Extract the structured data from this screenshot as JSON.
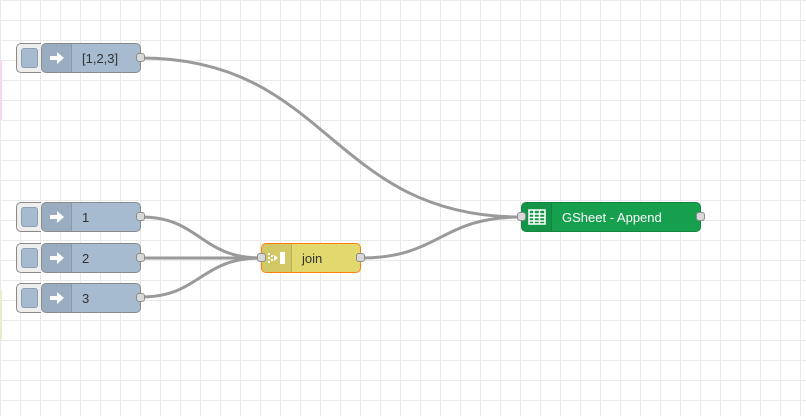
{
  "colors": {
    "inject": "#a6bbcf",
    "join": "#e2d96e",
    "join_border": "#ff7f0e",
    "gsheet": "#16a04e",
    "wire": "#9a9a9a",
    "port": "#d9d9d9"
  },
  "nodes": {
    "inject_array": {
      "label": "[1,2,3]",
      "icon": "arrow-right-icon"
    },
    "inject_1": {
      "label": "1",
      "icon": "arrow-right-icon"
    },
    "inject_2": {
      "label": "2",
      "icon": "arrow-right-icon"
    },
    "inject_3": {
      "label": "3",
      "icon": "arrow-right-icon"
    },
    "join": {
      "label": "join",
      "icon": "join-icon"
    },
    "gsheet": {
      "label": "GSheet - Append",
      "icon": "spreadsheet-icon"
    }
  }
}
